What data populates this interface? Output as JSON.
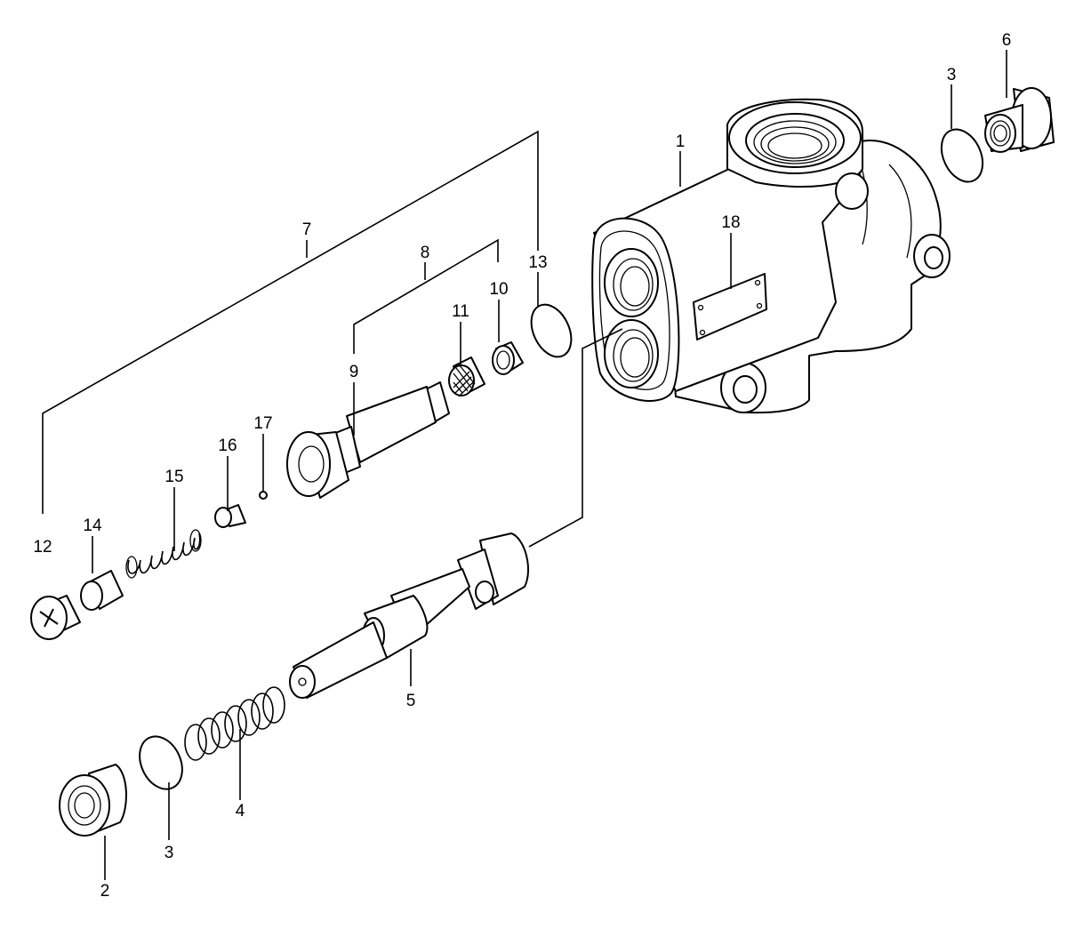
{
  "diagram": {
    "callouts": [
      {
        "id": "c1",
        "label": "1"
      },
      {
        "id": "c2",
        "label": "2"
      },
      {
        "id": "c3a",
        "label": "3"
      },
      {
        "id": "c3b",
        "label": "3"
      },
      {
        "id": "c4",
        "label": "4"
      },
      {
        "id": "c5",
        "label": "5"
      },
      {
        "id": "c6",
        "label": "6"
      },
      {
        "id": "c7",
        "label": "7"
      },
      {
        "id": "c8",
        "label": "8"
      },
      {
        "id": "c9",
        "label": "9"
      },
      {
        "id": "c10",
        "label": "10"
      },
      {
        "id": "c11",
        "label": "11"
      },
      {
        "id": "c12",
        "label": "12"
      },
      {
        "id": "c13",
        "label": "13"
      },
      {
        "id": "c14",
        "label": "14"
      },
      {
        "id": "c15",
        "label": "15"
      },
      {
        "id": "c16",
        "label": "16"
      },
      {
        "id": "c17",
        "label": "17"
      },
      {
        "id": "c18",
        "label": "18"
      }
    ]
  }
}
